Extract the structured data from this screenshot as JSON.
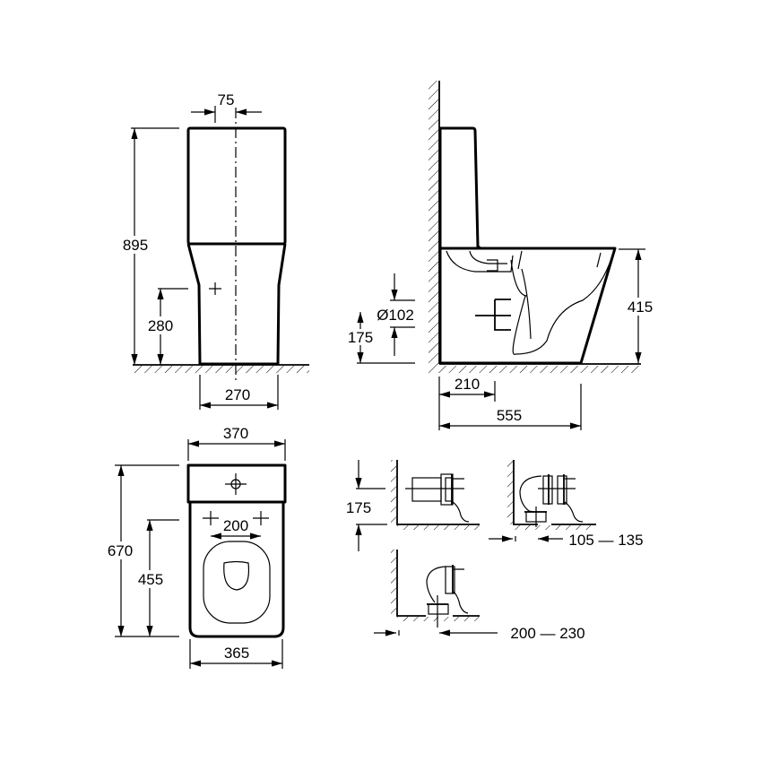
{
  "title": "Close-coupled toilet technical drawing",
  "colors": {
    "line": "#000000",
    "background": "#ffffff"
  },
  "front_view": {
    "tank_offset": "75",
    "total_height": "895",
    "inlet_height": "280",
    "base_width": "270"
  },
  "side_view": {
    "outlet_diameter": "Ø102",
    "outlet_height": "175",
    "bowl_height": "415",
    "outlet_from_wall": "210",
    "depth": "555"
  },
  "top_view": {
    "tank_width": "370",
    "total_depth": "670",
    "fixing_depth": "455",
    "fixing_spacing": "200",
    "bowl_width": "365"
  },
  "outlet_options": {
    "horizontal_height": "175",
    "rear_floor_range": "105 — 135",
    "floor_range": "200 — 230"
  }
}
